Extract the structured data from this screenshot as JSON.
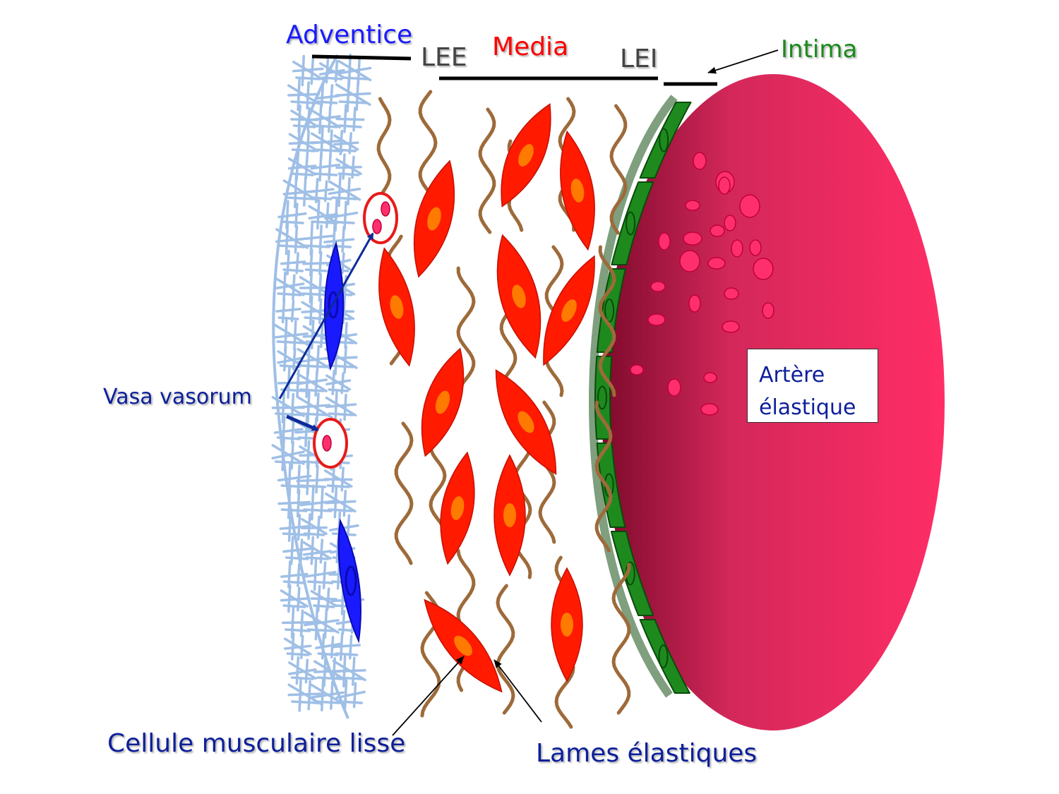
{
  "labels": {
    "adventice": "Adventice",
    "media": "Media",
    "lee": "LEE",
    "lei": "LEI",
    "intima": "Intima",
    "vasa_vasorum": "Vasa vasorum",
    "cellule": "Cellule musculaire lisse",
    "lames": "Lames élastiques",
    "artere_line1": "Artère",
    "artere_line2": "élastique"
  },
  "colors": {
    "adventice_text": "#1a1aff",
    "media_text": "#ff0000",
    "intima_text": "#1a8a1a",
    "dark_label": "#444444",
    "navy_text": "#0d1f9a",
    "lumen": "#f42c64",
    "lumen_dark": "#8a1030",
    "rbc": "#ff2f6e",
    "smc": "#ff1a00",
    "smc_nucleus": "#ff7a00",
    "elastic": "#9e6a3a",
    "endothelium": "#1e8a1e",
    "basement": "#7f9f7f",
    "collagen": "#9fbfe6",
    "fibroblast": "#1a1aff",
    "vessel_ring": "#e81a1a",
    "arrow_navy": "#0d2a9a"
  }
}
